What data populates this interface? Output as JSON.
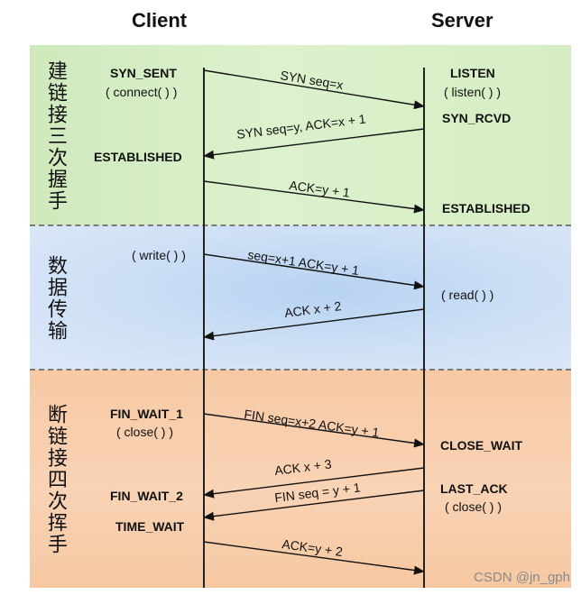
{
  "header": {
    "client": "Client",
    "server": "Server"
  },
  "phases": [
    {
      "label": "建链接三次握手"
    },
    {
      "label": "数据传输"
    },
    {
      "label": "断链接四次挥手"
    }
  ],
  "client_states": {
    "syn_sent": "SYN_SENT",
    "connect": "( connect( ) )",
    "established": "ESTABLISHED",
    "write": "( write( ) )",
    "fin_wait_1": "FIN_WAIT_1",
    "close": "( close( ) )",
    "fin_wait_2": "FIN_WAIT_2",
    "time_wait": "TIME_WAIT"
  },
  "server_states": {
    "listen": "LISTEN",
    "listen_call": "( listen( ) )",
    "syn_rcvd": "SYN_RCVD",
    "established": "ESTABLISHED",
    "read": "( read( ) )",
    "close_wait": "CLOSE_WAIT",
    "last_ack": "LAST_ACK",
    "close": "( close( ) )"
  },
  "messages": [
    {
      "text": "SYN seq=x",
      "direction": "client-to-server"
    },
    {
      "text": "SYN seq=y, ACK=x + 1",
      "direction": "server-to-client"
    },
    {
      "text": "ACK=y + 1",
      "direction": "client-to-server"
    },
    {
      "text": "seq=x+1 ACK=y + 1",
      "direction": "client-to-server"
    },
    {
      "text": "ACK x + 2",
      "direction": "server-to-client"
    },
    {
      "text": "FIN seq=x+2 ACK=y + 1",
      "direction": "client-to-server"
    },
    {
      "text": "ACK x + 3",
      "direction": "server-to-client"
    },
    {
      "text": "FIN seq = y + 1",
      "direction": "server-to-client"
    },
    {
      "text": "ACK=y + 2",
      "direction": "client-to-server"
    }
  ],
  "watermark": "CSDN @jn_gph"
}
